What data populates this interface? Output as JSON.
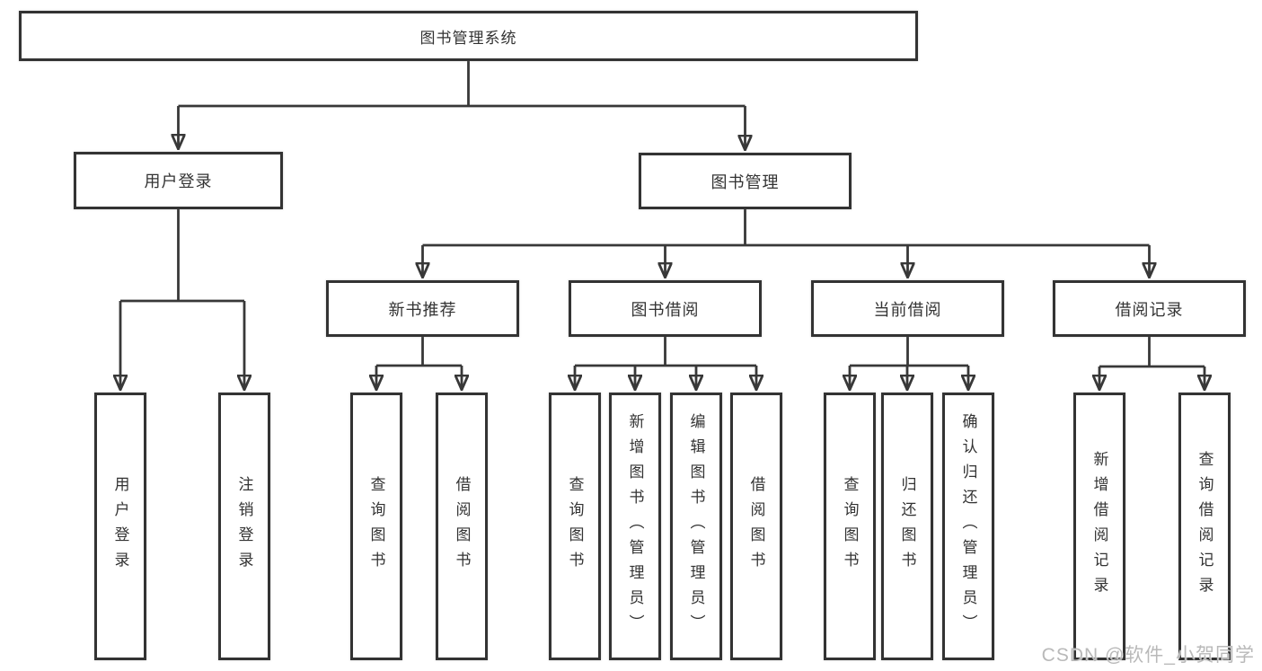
{
  "diagram": {
    "tree": {
      "label": "图书管理系统",
      "children": [
        {
          "label": "用户登录",
          "children": [
            {
              "label": "用户登录"
            },
            {
              "label": "注销登录"
            }
          ]
        },
        {
          "label": "图书管理",
          "children": [
            {
              "label": "新书推荐",
              "children": [
                {
                  "label": "查询图书"
                },
                {
                  "label": "借阅图书"
                }
              ]
            },
            {
              "label": "图书借阅",
              "children": [
                {
                  "label": "查询图书"
                },
                {
                  "label": "新增图书（管理员）"
                },
                {
                  "label": "编辑图书（管理员）"
                },
                {
                  "label": "借阅图书"
                }
              ]
            },
            {
              "label": "当前借阅",
              "children": [
                {
                  "label": "查询图书"
                },
                {
                  "label": "归还图书"
                },
                {
                  "label": "确认归还（管理员）"
                }
              ]
            },
            {
              "label": "借阅记录",
              "children": [
                {
                  "label": "新增借阅记录"
                },
                {
                  "label": "查询借阅记录"
                }
              ]
            }
          ]
        }
      ]
    },
    "watermark": {
      "text": "CSDN @软件_小贺同学"
    },
    "colors": {
      "line": "#383838",
      "box_border": "#333333",
      "text": "#333333",
      "background": "#ffffff",
      "watermark": "#b9b9b9"
    }
  }
}
